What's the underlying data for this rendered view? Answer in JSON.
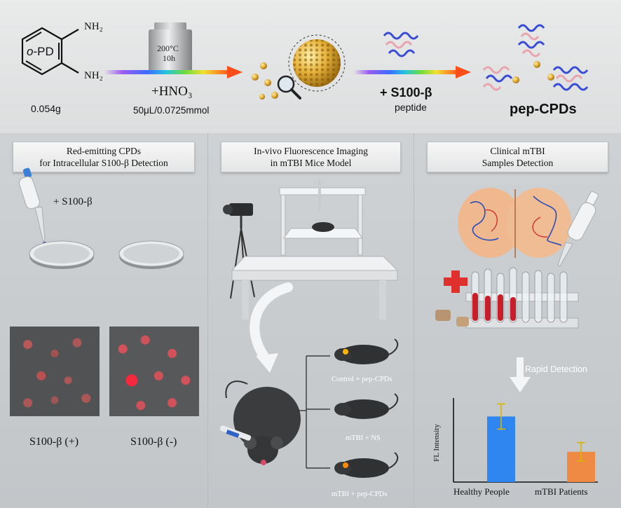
{
  "top": {
    "molecule_label": "o-PD",
    "molecule_label_italic": "o",
    "molecule_label_rest": "-PD",
    "amine_top": "NH₂",
    "amine_bottom": "NH₂",
    "mass": "0.054g",
    "reactor_temp": "200°C",
    "reactor_time": "10h",
    "reagent": "+HNO₃",
    "reagent_amount": "50μL/0.0725mmol",
    "peptide_plus": "+ S100-β",
    "peptide_word": "peptide",
    "product": "pep-CPDs"
  },
  "panels": {
    "left": {
      "title_line1": "Red-emitting CPDs",
      "title_line2": "for Intracellular S100-β Detection",
      "add_label": "+ S100-β",
      "caption_pos": "S100-β (+)",
      "caption_neg": "S100-β (-)"
    },
    "middle": {
      "title_line1": "In-vivo Fluorescence Imaging",
      "title_line2": "in mTBI Mice Model",
      "group1": "Control + pep-CPDs",
      "group2": "mTBI + NS",
      "group3": "mTBI + pep-CPDs"
    },
    "right": {
      "title_line1": "Clinical mTBI",
      "title_line2": "Samples Detection",
      "rapid": "Rapid Detection",
      "ylabel": "FL Intensity"
    }
  },
  "chart_data": {
    "type": "bar",
    "categories": [
      "Healthy People",
      "mTBI Patients"
    ],
    "values": [
      0.78,
      0.36
    ],
    "errors": [
      0.15,
      0.11
    ],
    "ylim": [
      0,
      1
    ],
    "ylabel": "FL Intensity",
    "colors": [
      "#2f86f0",
      "#ef8a45"
    ]
  },
  "colors": {
    "bar_healthy": "#2f86f0",
    "bar_mtbi": "#ef8a45",
    "error_bar": "#d9b400"
  }
}
